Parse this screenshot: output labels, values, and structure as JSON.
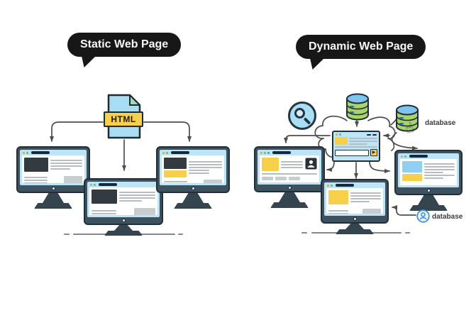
{
  "left_panel": {
    "bubble_label": "Static Web Page",
    "file_label": "HTML"
  },
  "right_panel": {
    "bubble_label": "Dynamic Web Page",
    "db_label_top": "database",
    "db_label_bottom": "database"
  },
  "colors": {
    "bubble_bg": "#171717",
    "bubble_text": "#f7f7f7",
    "monitor_frame": "#3d515e",
    "monitor_outline": "#232f38",
    "screen_blue": "#bce5f8",
    "accent_yellow": "#f7cf4b",
    "db_green": "#a9d46b",
    "db_lid_blue": "#7fc4ef",
    "image_block_dark": "#333b41",
    "text_line_gray": "#b6bcc2",
    "block_gray": "#c7ccd1",
    "arrow": "#4d4d4d"
  }
}
